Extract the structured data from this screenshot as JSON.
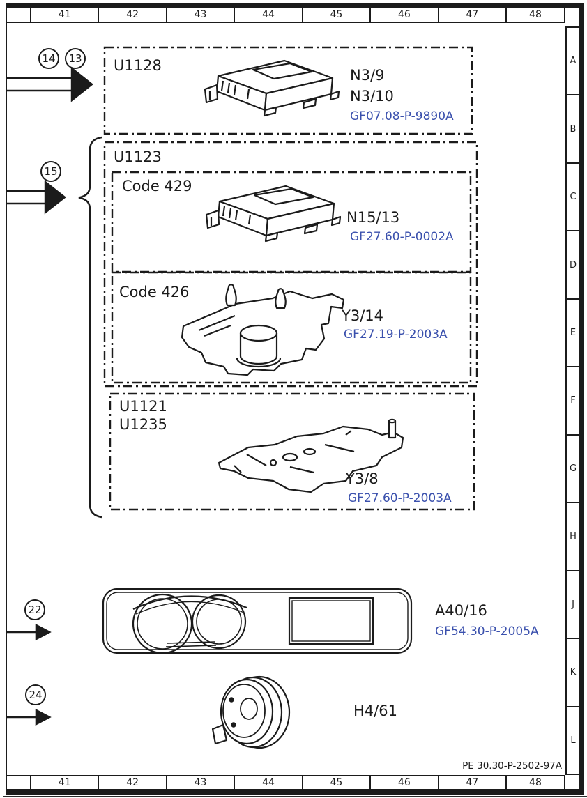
{
  "page": {
    "doc_number": "PE 30.30-P-2502-97A",
    "colors": {
      "link_blue": "#3a50ad",
      "line": "#1b1b1b",
      "background": "#ffffff"
    }
  },
  "grid": {
    "columns": [
      "41",
      "42",
      "43",
      "44",
      "45",
      "46",
      "47",
      "48"
    ],
    "rows": [
      "A",
      "B",
      "C",
      "D",
      "E",
      "F",
      "G",
      "H",
      "J",
      "K",
      "L"
    ]
  },
  "callouts": {
    "c14": "14",
    "c13": "13",
    "c15": "15",
    "c22": "22",
    "c24": "24"
  },
  "boxes": {
    "u1128": {
      "title": "U1128",
      "refs": [
        "N3/9",
        "N3/10"
      ],
      "doc": "GF07.08-P-9890A"
    },
    "u1123": {
      "title": "U1123"
    },
    "code429": {
      "title": "Code 429",
      "ref": "N15/13",
      "doc": "GF27.60-P-0002A"
    },
    "code426": {
      "title": "Code 426",
      "ref": "Y3/14",
      "doc": "GF27.19-P-2003A"
    },
    "u1121": {
      "title1": "U1121",
      "title2": "U1235",
      "ref": "Y3/8",
      "doc": "GF27.60-P-2003A"
    },
    "cluster": {
      "ref": "A40/16",
      "doc": "GF54.30-P-2005A"
    },
    "horn": {
      "ref": "H4/61"
    }
  }
}
